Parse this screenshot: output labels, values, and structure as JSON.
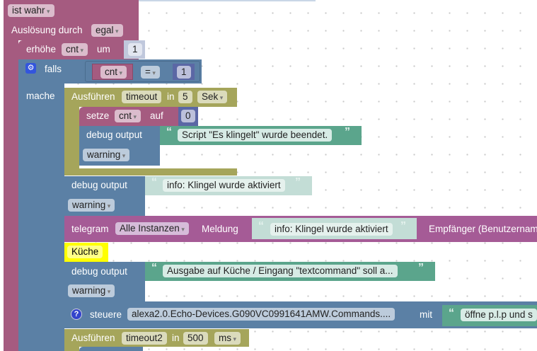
{
  "trigger": {
    "condition": "ist wahr",
    "trigger_label": "Auslösung durch",
    "trigger_value": "egal"
  },
  "increment": {
    "label": "erhöhe",
    "var": "cnt",
    "by_label": "um",
    "value": "1"
  },
  "if_block": {
    "label": "falls",
    "do_label": "mache",
    "var": "cnt",
    "operator": "=",
    "value": "1"
  },
  "timeout1": {
    "label": "Ausführen",
    "name": "timeout",
    "in_label": "in",
    "value": "5",
    "unit": "Sek"
  },
  "set_block": {
    "label": "setze",
    "var": "cnt",
    "to_label": "auf",
    "value": "0"
  },
  "debug1": {
    "label": "debug output",
    "text": "Script \"Es klingelt\" wurde beendet.",
    "level": "warning"
  },
  "debug2": {
    "label": "debug output",
    "text": "info: Klingel wurde aktiviert",
    "level": "warning"
  },
  "telegram": {
    "label": "telegram",
    "instance": "Alle Instanzen",
    "message_label": "Meldung",
    "text": "info: Klingel wurde aktiviert",
    "recipient_label": "Empfänger (Benutzername)"
  },
  "comment": "Küche",
  "debug3": {
    "label": "debug output",
    "text": "Ausgabe auf Küche / Eingang \"textcommand\" soll a...",
    "level": "warning"
  },
  "control": {
    "label": "steuere",
    "object": "alexa2.0.Echo-Devices.G090VC0991641AMW.Commands....",
    "with_label": "mit",
    "text": "öffne p.l.p und s"
  },
  "timeout2": {
    "label": "Ausführen",
    "name": "timeout2",
    "in_label": "in",
    "value": "500",
    "unit": "ms"
  },
  "colors": {
    "event": "#a55b80",
    "logic": "#5b80a5",
    "timer": "#a5a55b",
    "text": "#5ba58c",
    "comment": "#ffff00"
  }
}
